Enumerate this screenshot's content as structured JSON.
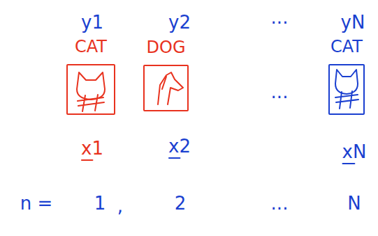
{
  "diagram": {
    "nodes": [
      {
        "text": [
          "CAT"
        ]
      },
      {
        "text": [
          "DOG"
        ]
      },
      {
        "text": [
          "CAT"
        ]
      }
    ],
    "labels": [
      "y1",
      "y2",
      "...",
      "yN",
      "...",
      "x1",
      "x2",
      "xN",
      "n =",
      "1",
      ",",
      "2",
      "...",
      "N"
    ]
  }
}
